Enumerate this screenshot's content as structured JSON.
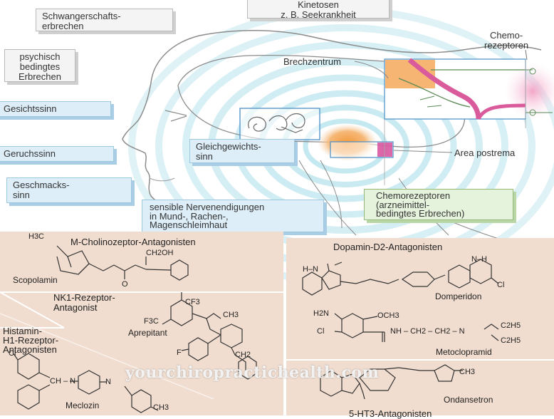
{
  "boxes": {
    "pregnancy": "Schwangerschafts-\nerbrechen",
    "kinetosis": "Kinetosen\nz. B. Seekrankheit",
    "psychic": "psychisch\nbedingtes\nErbrechen",
    "vision": "Gesichtssinn",
    "smell": "Geruchssinn",
    "taste": "Geschmacks-\nsinn",
    "balance": "Gleichgewichts-\nsinn",
    "nerve_endings": "sensible Nervenendigungen\nin Mund-, Rachen-,\nMagenschleimhaut",
    "chemoreceptors_drug": "Chemorezeptoren\n(arzneimittel-\nbedingtes Erbrechen)"
  },
  "labels": {
    "vomiting_center": "Brechzentrum",
    "chemoreceptors": "Chemo-\nrezeptoren",
    "area_postrema": "Area postrema"
  },
  "drug_classes": {
    "m_cholino": "M-Cholinozeptor-Antagonisten",
    "nk1": "NK1-Rezeptor-\nAntagonist",
    "histamine": "Histamin-\nH1-Rezeptor-\nAntagonisten",
    "dopamine": "Dopamin-D2-Antagonisten",
    "ht3": "5-HT3-Antagonisten"
  },
  "drugs": {
    "scopolamine": "Scopolamin",
    "aprepitant": "Aprepitant",
    "meclozine": "Meclozin",
    "domperidone": "Domperidon",
    "metoclopramide": "Metoclopramid",
    "ondansetron": "Ondansetron"
  },
  "chem_labels": {
    "h3c_n": "H3C",
    "ch2oh": "CH2OH",
    "o": "O",
    "cf3a": "CF3",
    "f3c": "F3C",
    "ch3": "CH3",
    "f": "F",
    "cl": "Cl",
    "hn": "H–N",
    "nh": "N–H",
    "h2n": "H2N",
    "och3": "OCH3",
    "nh_chain": "NH – CH2 – CH2 – N",
    "c2h5a": "C2H5",
    "c2h5b": "C2H5",
    "ch2": "CH2",
    "ch_n": "CH – N",
    "n": "N",
    "ch3b": "CH3",
    "ch3c": "CH3"
  },
  "watermark": "yourchiropractichealth.com",
  "colors": {
    "panel": "#f1ddcf",
    "box_blue": "#ddeef8",
    "box_gray": "#f4f4f4",
    "box_green": "#e5f3dc",
    "center_orange": "#f3a552",
    "area_postrema": "#d64c9a",
    "ring": "#a8dce8"
  }
}
